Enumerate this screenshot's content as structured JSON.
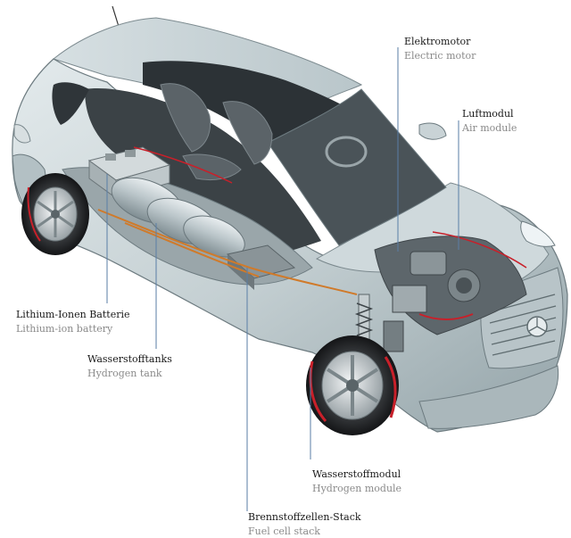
{
  "diagram": {
    "callouts": [
      {
        "id": "elektromotor",
        "label_de": "Elektromotor",
        "label_en": "Electric motor"
      },
      {
        "id": "luftmodul",
        "label_de": "Luftmodul",
        "label_en": "Air module"
      },
      {
        "id": "batterie",
        "label_de": "Lithium-Ionen Batterie",
        "label_en": "Lithium-ion battery"
      },
      {
        "id": "wasserstofftanks",
        "label_de": "Wasserstofftanks",
        "label_en": "Hydrogen tank"
      },
      {
        "id": "wasserstoffmodul",
        "label_de": "Wasserstoffmodul",
        "label_en": "Hydrogen module"
      },
      {
        "id": "stack",
        "label_de": "Brennstoffzellen-Stack",
        "label_en": "Fuel cell stack"
      }
    ],
    "colors": {
      "body_paint": "#c9d3d6",
      "body_shadow": "#8f9ea3",
      "glass": "#2a2f33",
      "leader_line": "#5a7ea6",
      "cable": "#d07a2a",
      "brake": "#c8202a"
    },
    "icons": [
      "car-body",
      "wheel",
      "hydrogen-tank",
      "battery-pack",
      "engine-module",
      "seat"
    ]
  }
}
